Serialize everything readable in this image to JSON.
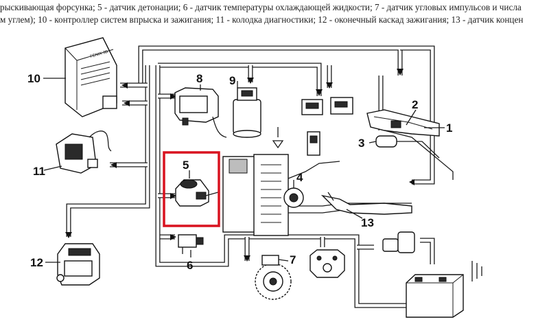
{
  "caption": {
    "line1": "рыскивающая форсунка; 5 - датчик детонации; 6 - датчик температуры охлаждающей жидкости; 7 - датчик угловых импульсов и числа",
    "line2": "м углем); 10 - контроллер систем впрыска и зажигания; 11 - колодка диагностики; 12 - оконечный каскад зажигания; 13 - датчик концен"
  },
  "labels": {
    "n1": "1",
    "n2": "2",
    "n3": "3",
    "n4": "4",
    "n5": "5",
    "n6": "6",
    "n7": "7",
    "n8": "8",
    "n9": "9",
    "n10": "10",
    "n11": "11",
    "n12": "12",
    "n13": "13"
  },
  "ecu_brand": "FENIX 3B",
  "highlight_color": "#d9121f"
}
